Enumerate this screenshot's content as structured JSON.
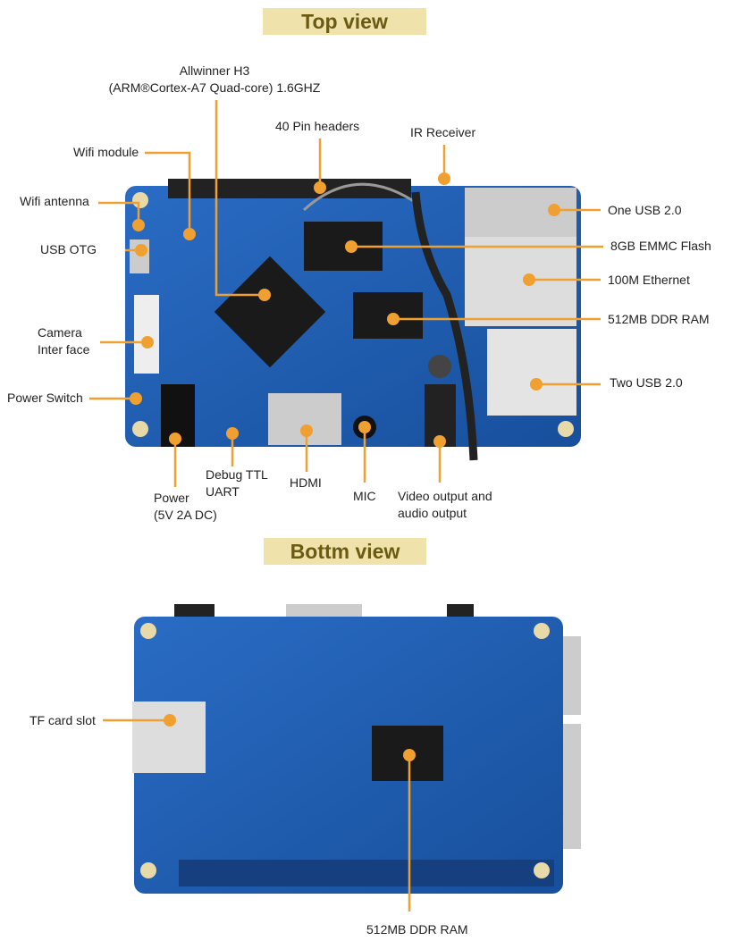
{
  "top_view": {
    "title": "Top view",
    "labels": {
      "cpu_line1": "Allwinner H3",
      "cpu_line2": "(ARM®Cortex-A7 Quad-core) 1.6GHZ",
      "pin_headers": "40 Pin headers",
      "ir_receiver": "IR Receiver",
      "wifi_module": "Wifi module",
      "wifi_antenna": "Wifi antenna",
      "usb_otg": "USB OTG",
      "camera_line1": "Camera",
      "camera_line2": "Inter face",
      "power_switch": "Power Switch",
      "power_line1": "Power",
      "power_line2": "(5V 2A DC)",
      "debug_line1": "Debug TTL",
      "debug_line2": "UART",
      "hdmi": "HDMI",
      "mic": "MIC",
      "av_line1": "Video output and",
      "av_line2": "audio output",
      "one_usb": "One USB 2.0",
      "emmc": "8GB EMMC Flash",
      "ethernet": "100M Ethernet",
      "ddr": "512MB DDR RAM",
      "two_usb": "Two USB 2.0"
    }
  },
  "bottom_view": {
    "title": "Bottm view",
    "labels": {
      "tf_card": "TF card slot",
      "ddr": "512MB DDR RAM"
    }
  },
  "colors": {
    "accent": "#f0a030",
    "board": "#1f5fb0",
    "banner_bg": "#efe2ab",
    "banner_text": "#6b5a12"
  }
}
